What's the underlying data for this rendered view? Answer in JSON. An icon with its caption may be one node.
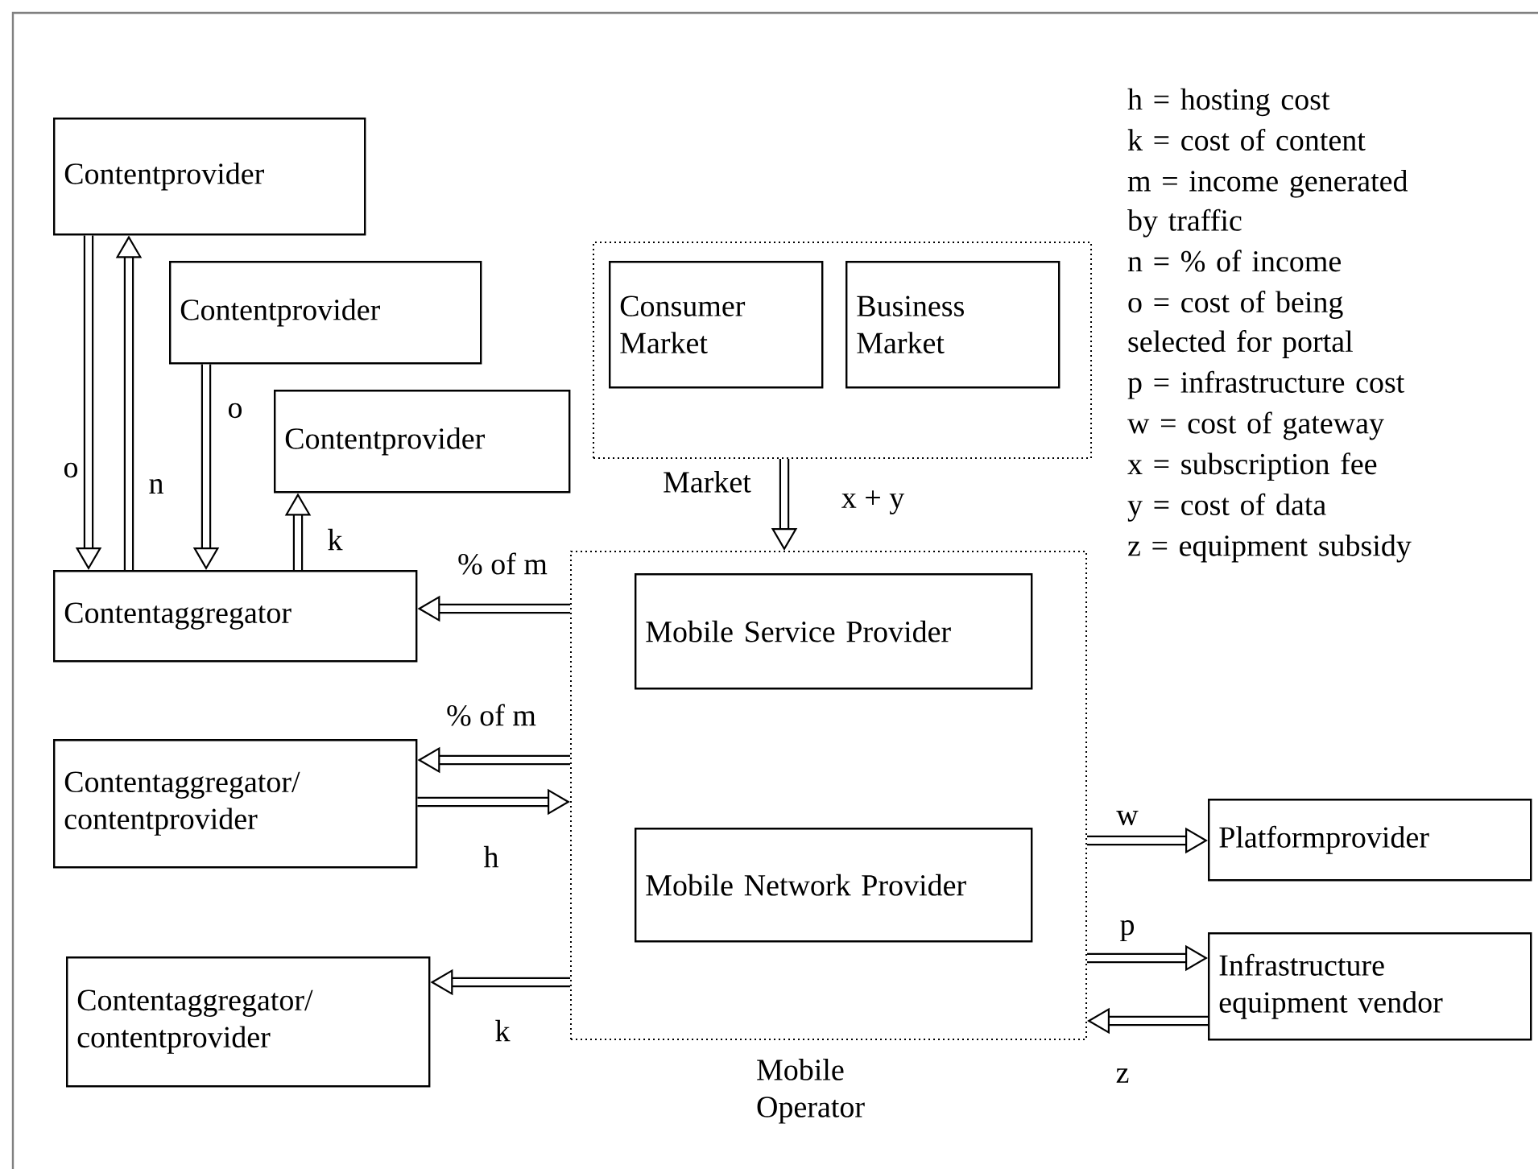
{
  "diagram": {
    "nodes": [
      {
        "text": [
          "Contentprovider"
        ]
      },
      {
        "text": [
          "Contentprovider"
        ]
      },
      {
        "text": [
          "Contentprovider"
        ]
      },
      {
        "text": [
          "Contentaggregator"
        ]
      },
      {
        "text": [
          "Market"
        ]
      },
      {
        "text": [
          "Consumer Market"
        ],
        "in": 4
      },
      {
        "text": [
          "Business Market"
        ],
        "in": 4
      },
      {
        "text": [
          "Mobile Operator"
        ]
      },
      {
        "text": [
          "Mobile Service Provider"
        ],
        "in": 7
      },
      {
        "text": [
          "Mobile Network Provider"
        ],
        "in": 7
      },
      {
        "text": [
          "Contentaggregator/ contentprovider"
        ]
      },
      {
        "text": [
          "Contentaggregator/ contentprovider"
        ]
      },
      {
        "text": [
          "Platformprovider"
        ]
      },
      {
        "text": [
          "Infrastructure equipment vendor"
        ]
      }
    ],
    "edges": [
      {
        "from": 0,
        "to": 3,
        "arrow": "to",
        "label": "o"
      },
      {
        "from": 3,
        "to": 0,
        "arrow": "to",
        "label": "n"
      },
      {
        "from": 1,
        "to": 3,
        "arrow": "to",
        "label": "o"
      },
      {
        "from": 3,
        "to": 2,
        "arrow": "to",
        "label": "k"
      },
      {
        "from": 7,
        "to": 3,
        "arrow": "to",
        "label": "% of m"
      },
      {
        "from": 4,
        "to": 7,
        "arrow": "to",
        "label": "x + y"
      },
      {
        "from": 7,
        "to": 10,
        "arrow": "to",
        "label": "% of m"
      },
      {
        "from": 10,
        "to": 7,
        "arrow": "to",
        "label": "h"
      },
      {
        "from": 7,
        "to": 11,
        "arrow": "to",
        "label": "k"
      },
      {
        "from": 7,
        "to": 12,
        "arrow": "to",
        "label": "w"
      },
      {
        "from": 7,
        "to": 13,
        "arrow": "to",
        "label": "p"
      },
      {
        "from": 13,
        "to": 7,
        "arrow": "to",
        "label": "z"
      }
    ],
    "labels": [
      "h = hosting cost",
      "k = cost of content",
      "m = income generated by traffic",
      "n = % of income",
      "o = cost of being selected for portal",
      "p = infrastructure cost",
      "w = cost of gateway",
      "x = subscription fee",
      "y = cost of data",
      "z = equipment subsidy"
    ]
  }
}
